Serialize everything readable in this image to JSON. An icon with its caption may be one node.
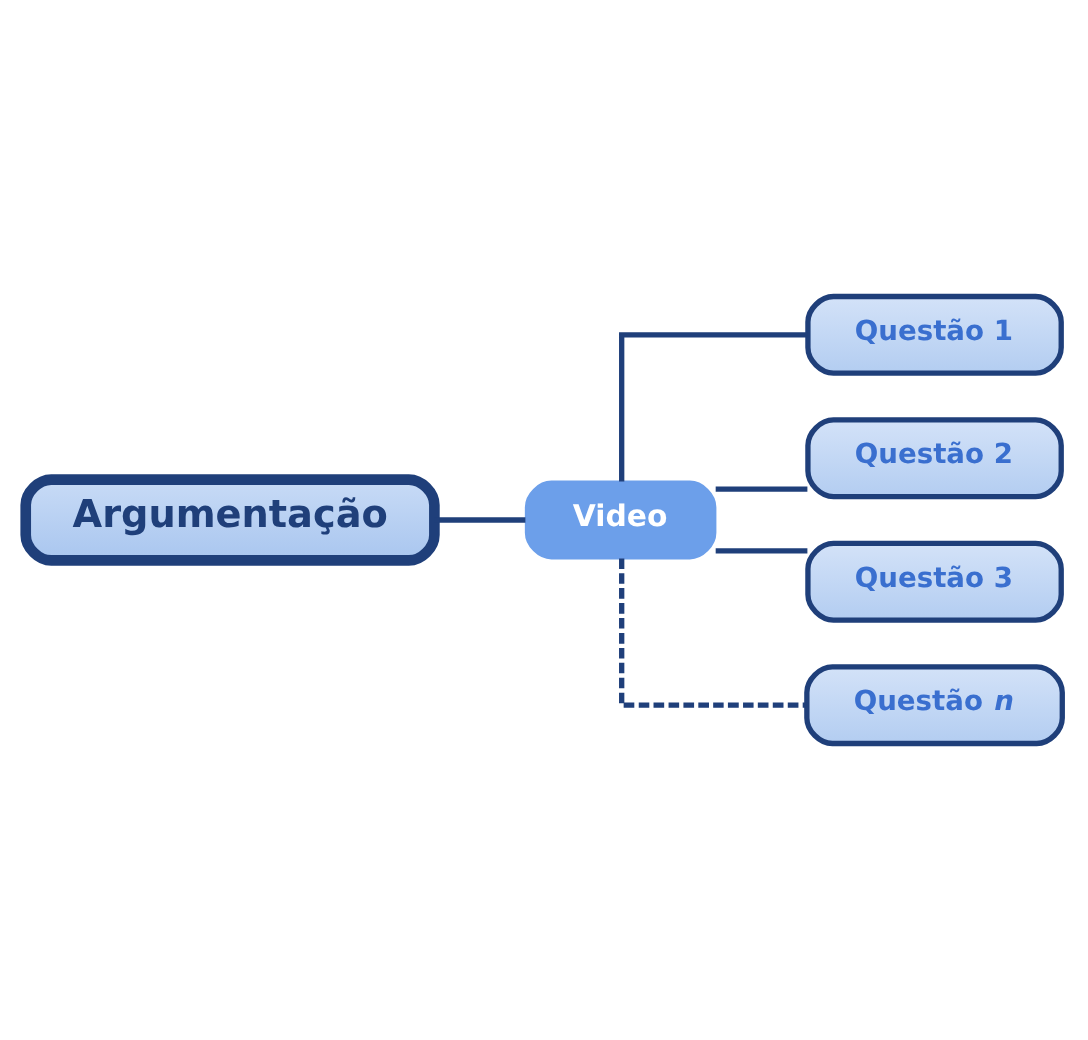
{
  "diagram": {
    "nodes": [
      {
        "text": [
          "Argumentação"
        ]
      },
      {
        "text": [
          "Video"
        ]
      },
      {
        "text": [
          "Questão 1"
        ]
      },
      {
        "text": [
          "Questão 2"
        ]
      },
      {
        "text": [
          "Questão 3"
        ]
      },
      {
        "text": [
          "Questão *n*"
        ]
      }
    ],
    "edges": [
      {
        "from": 0,
        "to": 1,
        "arrow": "none"
      },
      {
        "from": 1,
        "to": 2,
        "arrow": "none"
      },
      {
        "from": 1,
        "to": 3,
        "arrow": "none"
      },
      {
        "from": 1,
        "to": 4,
        "arrow": "none"
      },
      {
        "from": 1,
        "to": 5,
        "arrow": "none",
        "style": "dashed"
      }
    ]
  }
}
